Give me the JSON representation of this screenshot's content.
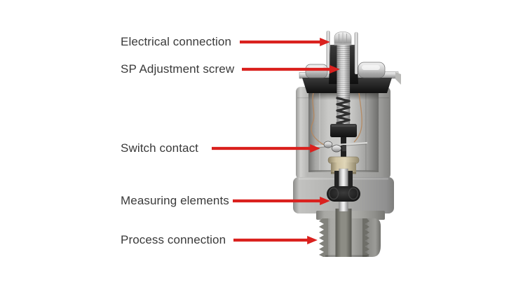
{
  "diagram": {
    "labels": [
      {
        "text": "Electrical connection",
        "target": "electrical-connection-pins"
      },
      {
        "text": "SP Adjustment screw",
        "target": "sp-adjustment-screw"
      },
      {
        "text": "Switch contact",
        "target": "switch-contact"
      },
      {
        "text": "Measuring elements",
        "target": "measuring-elements"
      },
      {
        "text": "Process connection",
        "target": "process-connection-thread"
      }
    ],
    "colors": {
      "arrow_red": "#da211e",
      "label_text": "#3a3a3a",
      "background": "#ffffff"
    }
  }
}
